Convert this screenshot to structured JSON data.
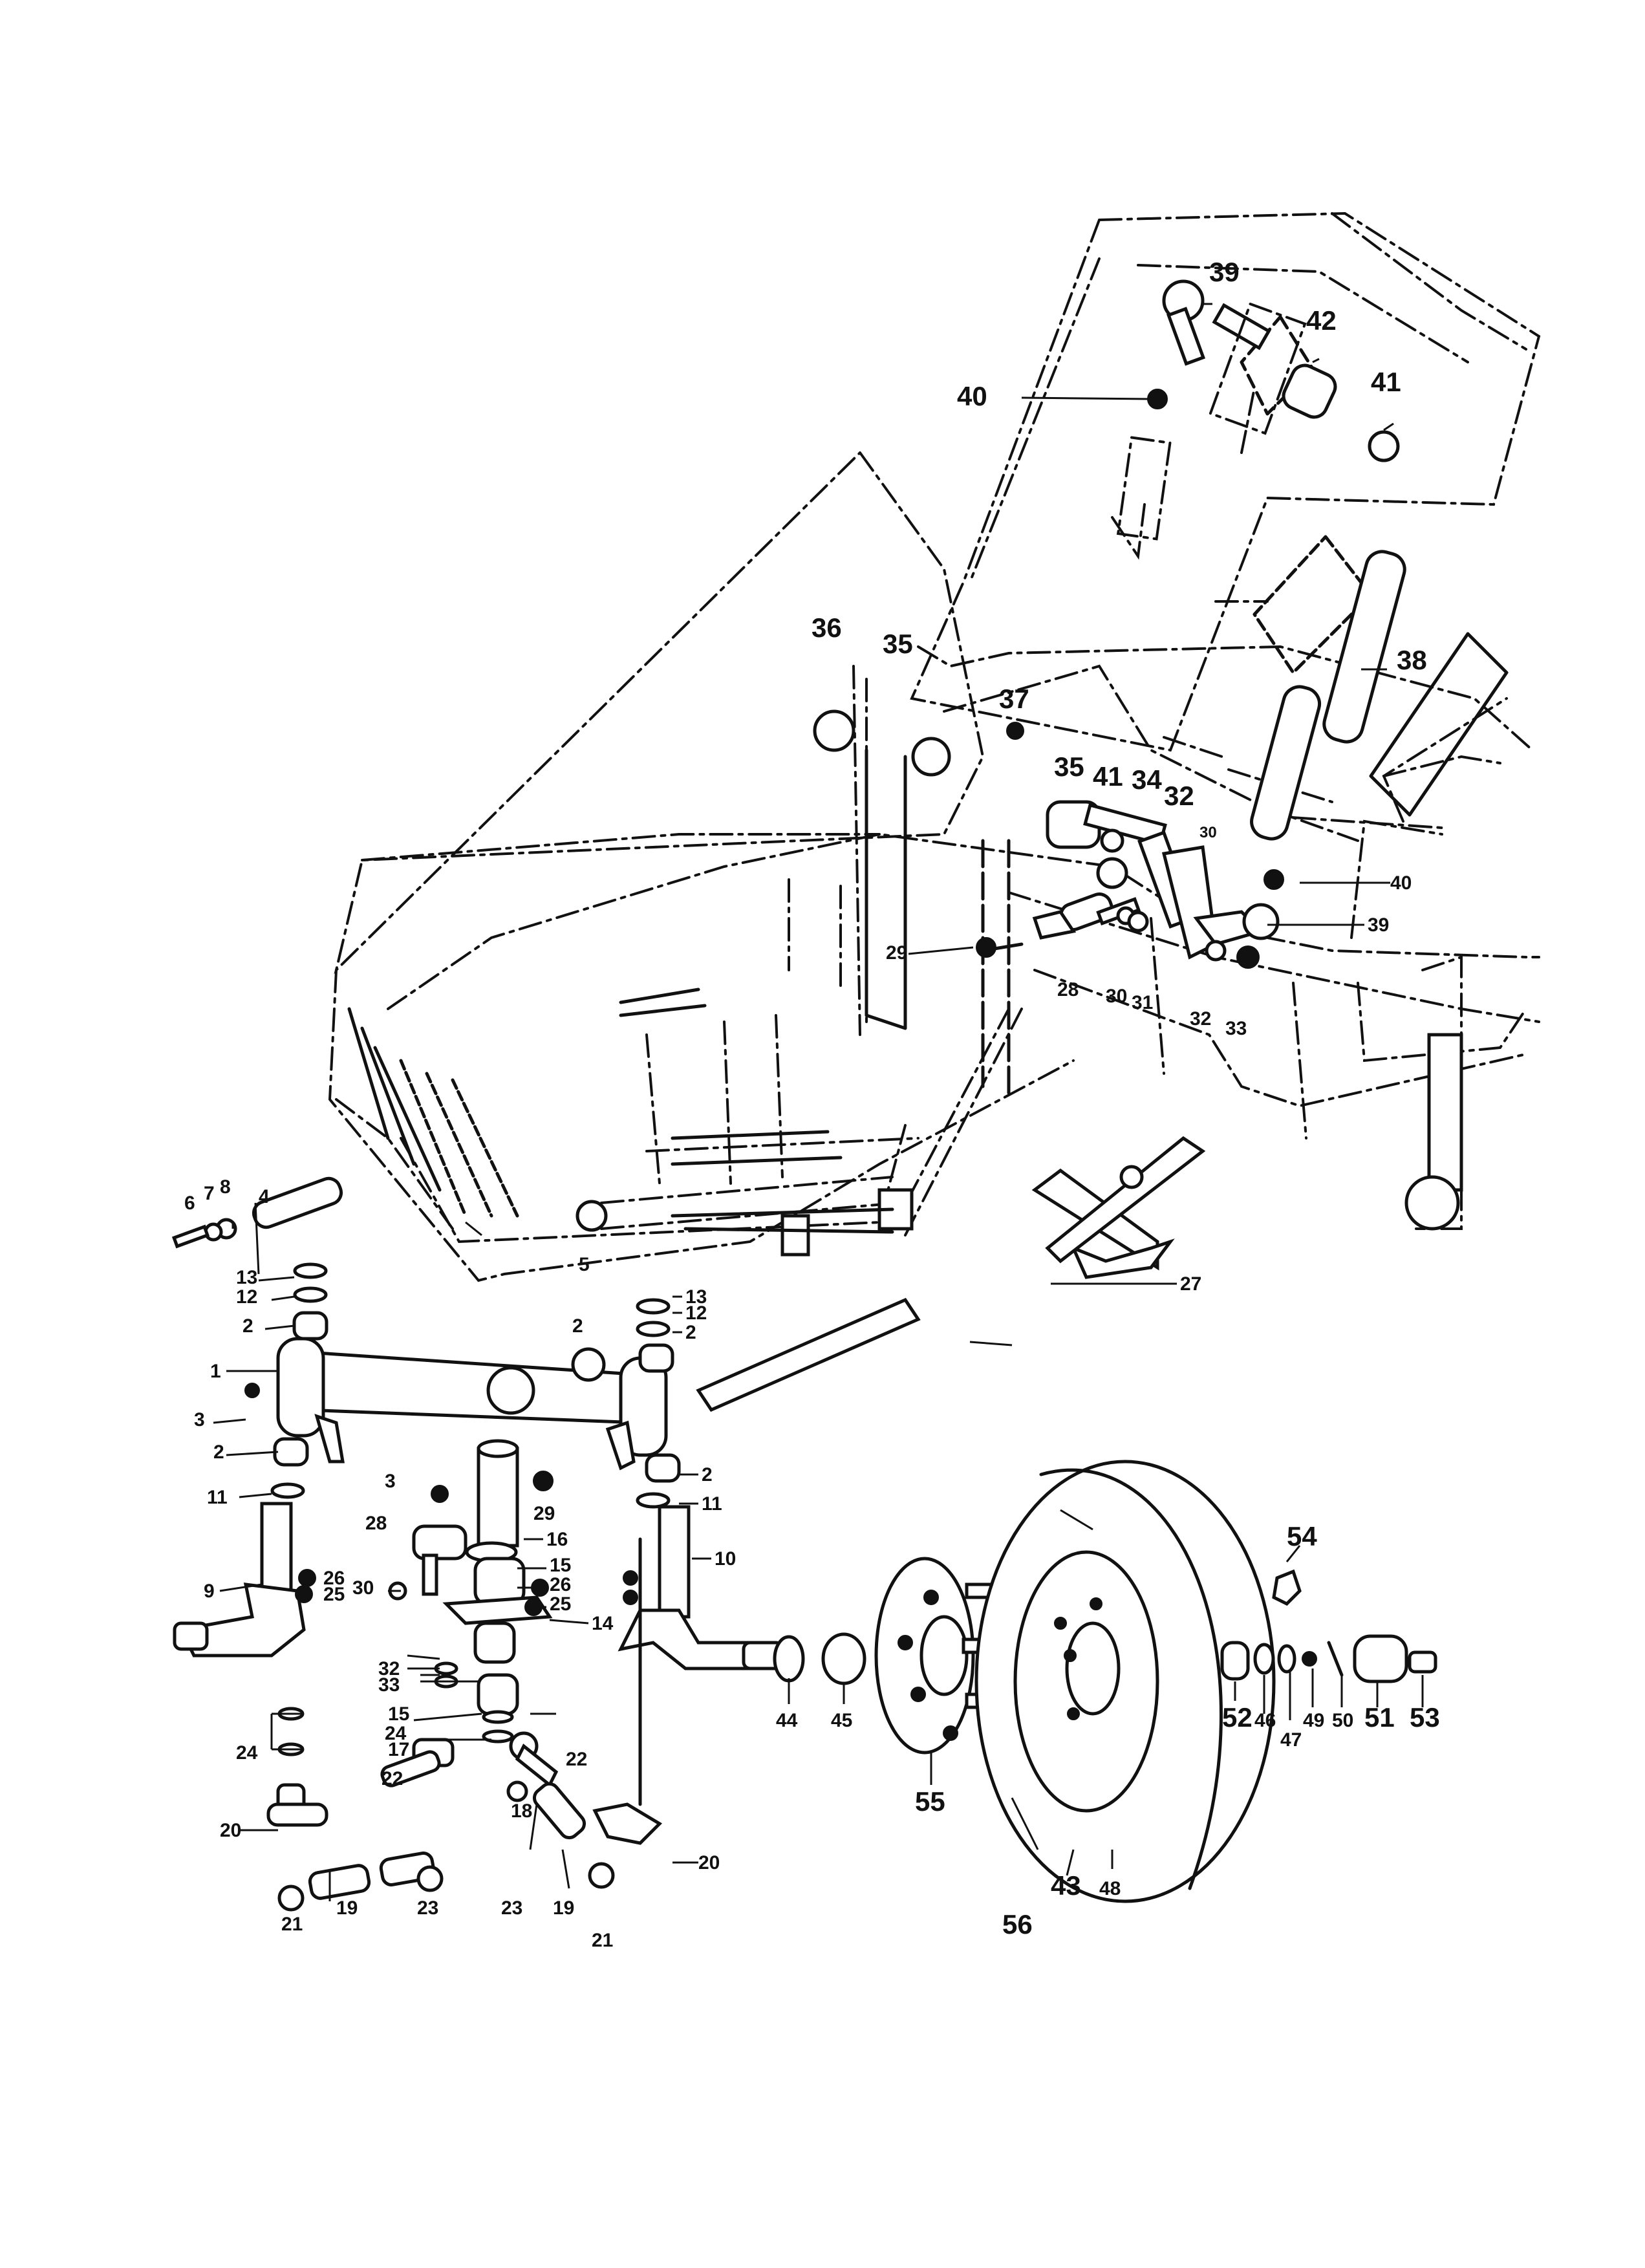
{
  "labels": {
    "l1": "1",
    "l2": "2",
    "l3": "3",
    "l4": "4",
    "l5": "5",
    "l6": "6",
    "l7": "7",
    "l8": "8",
    "l9": "9",
    "l10": "10",
    "l11": "11",
    "l12": "12",
    "l13": "13",
    "l14": "14",
    "l15": "15",
    "l16": "16",
    "l17": "17",
    "l18": "18",
    "l19": "19",
    "l20": "20",
    "l21": "21",
    "l22": "22",
    "l23": "23",
    "l24": "24",
    "l25": "25",
    "l26": "26",
    "l27": "27",
    "l28": "28",
    "l29": "29",
    "l30": "30",
    "l31": "31",
    "l32": "32",
    "l33": "33",
    "l34": "34",
    "l35": "35",
    "l36": "36",
    "l37": "37",
    "l38": "38",
    "l39": "39",
    "l40": "40",
    "l41": "41",
    "l42": "42",
    "l43": "43",
    "l44": "44",
    "l45": "45",
    "l46": "46",
    "l47": "47",
    "l48": "48",
    "l49": "49",
    "l50": "50",
    "l51": "51",
    "l52": "52",
    "l53": "53",
    "l54": "54",
    "l55": "55",
    "l56": "56"
  }
}
